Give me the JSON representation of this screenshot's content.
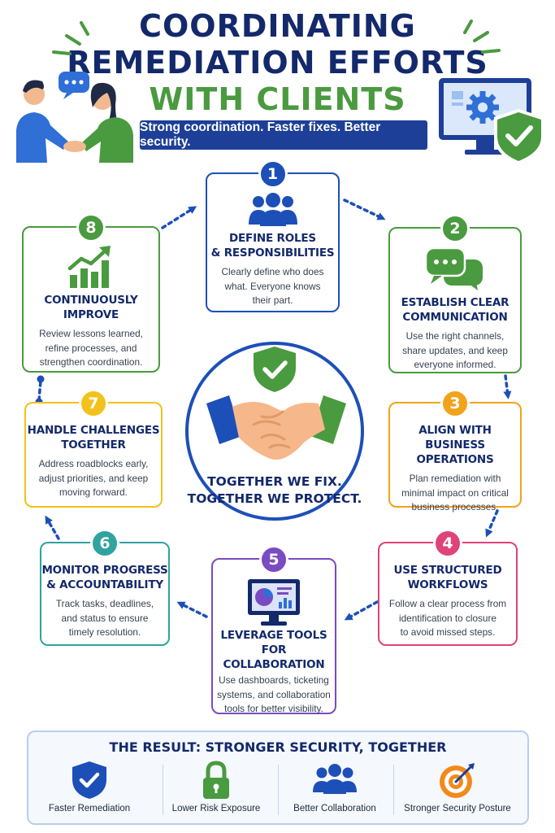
{
  "header": {
    "title_line1": "COORDINATING",
    "title_line2": "REMEDIATION EFFORTS",
    "title_line3": "WITH CLIENTS",
    "subtitle": "Strong coordination. Faster fixes. Better security."
  },
  "colors": {
    "navy": "#13296b",
    "blue": "#1d4fb8",
    "green": "#4a9a3f",
    "teal": "#2fa3a0",
    "orange": "#f2a31b",
    "yellow": "#f2c11b",
    "pink": "#e0427a",
    "purple": "#7a4bc2"
  },
  "steps": [
    {
      "num": "1",
      "title_1": "DEFINE ROLES",
      "title_2": "& RESPONSIBILITIES",
      "desc_1": "Clearly define who does",
      "desc_2": "what. Everyone knows",
      "desc_3": "their part.",
      "icon": "team-icon"
    },
    {
      "num": "2",
      "title_1": "ESTABLISH CLEAR",
      "title_2": "COMMUNICATION",
      "desc_1": "Use the right channels,",
      "desc_2": "share updates, and keep",
      "desc_3": "everyone informed.",
      "icon": "chat-bubbles-icon"
    },
    {
      "num": "3",
      "title_1": "ALIGN WITH BUSINESS",
      "title_2": "OPERATIONS",
      "desc_1": "Plan remediation with",
      "desc_2": "minimal impact on critical",
      "desc_3": "business processes.",
      "icon": ""
    },
    {
      "num": "4",
      "title_1": "USE STRUCTURED",
      "title_2": "WORKFLOWS",
      "desc_1": "Follow a clear process from",
      "desc_2": "identification to closure",
      "desc_3": "to avoid missed steps.",
      "icon": ""
    },
    {
      "num": "5",
      "title_1": "LEVERAGE TOOLS",
      "title_2": "FOR COLLABORATION",
      "desc_1": "Use dashboards, ticketing",
      "desc_2": "systems, and collaboration",
      "desc_3": "tools for better visibility.",
      "icon": "dashboard-monitor-icon"
    },
    {
      "num": "6",
      "title_1": "MONITOR PROGRESS",
      "title_2": "& ACCOUNTABILITY",
      "desc_1": "Track tasks, deadlines,",
      "desc_2": "and status to ensure",
      "desc_3": "timely resolution.",
      "icon": ""
    },
    {
      "num": "7",
      "title_1": "HANDLE CHALLENGES",
      "title_2": "TOGETHER",
      "desc_1": "Address roadblocks early,",
      "desc_2": "adjust priorities, and keep",
      "desc_3": "moving forward.",
      "icon": ""
    },
    {
      "num": "8",
      "title_1": "CONTINUOUSLY",
      "title_2": "IMPROVE",
      "desc_1": "Review lessons learned,",
      "desc_2": "refine processes, and",
      "desc_3": "strengthen coordination.",
      "icon": "growth-chart-icon"
    }
  ],
  "center": {
    "line1": "TOGETHER WE FIX.",
    "line2": "TOGETHER WE PROTECT."
  },
  "result": {
    "title": "THE RESULT: STRONGER SECURITY, TOGETHER",
    "items": [
      {
        "label": "Faster Remediation",
        "icon": "shield-check-icon"
      },
      {
        "label": "Lower Risk Exposure",
        "icon": "padlock-icon"
      },
      {
        "label": "Better Collaboration",
        "icon": "people-group-icon"
      },
      {
        "label": "Stronger Security Posture",
        "icon": "target-icon"
      }
    ]
  }
}
